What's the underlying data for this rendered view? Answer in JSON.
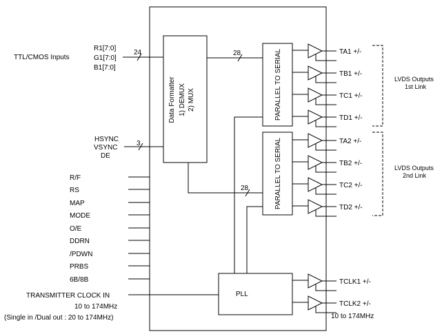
{
  "inputs": {
    "ttl_cmos_label": "TTL/CMOS Inputs",
    "rgb": [
      "R1[7:0]",
      "G1[7:0]",
      "B1[7:0]"
    ],
    "rgb_bus_width": "24",
    "sync": [
      "HSYNC",
      "VSYNC",
      "DE"
    ],
    "sync_bus_width": "3",
    "control_pins": [
      "R/F",
      "RS",
      "MAP",
      "MODE",
      "O/E",
      "DDRN",
      "/PDWN",
      "PRBS",
      "6B/8B"
    ],
    "clock_label": "TRANSMITTER CLOCK IN",
    "clock_freq": "10 to 174MHz",
    "clock_note": "(Single in /Dual out : 20 to 174MHz)"
  },
  "blocks": {
    "formatter_title": "Data Formatter",
    "formatter_item1": "1) DEMUX",
    "formatter_item2": "2) MUX",
    "serializer_label": "PARALLEL TO SERIAL",
    "pll_label": "PLL"
  },
  "buses": {
    "link1_width": "28",
    "link2_width": "28"
  },
  "outputs": {
    "link1_pairs": [
      "TA1 +/-",
      "TB1 +/-",
      "TC1 +/-",
      "TD1 +/-"
    ],
    "link2_pairs": [
      "TA2 +/-",
      "TB2 +/-",
      "TC2 +/-",
      "TD2 +/-"
    ],
    "clock_pairs": [
      "TCLK1 +/-",
      "TCLK2 +/-"
    ],
    "clock_out_freq": "10 to 174MHz",
    "link1_caption": [
      "LVDS Outputs",
      "1st Link"
    ],
    "link2_caption": [
      "LVDS Outputs",
      "2nd Link"
    ]
  }
}
